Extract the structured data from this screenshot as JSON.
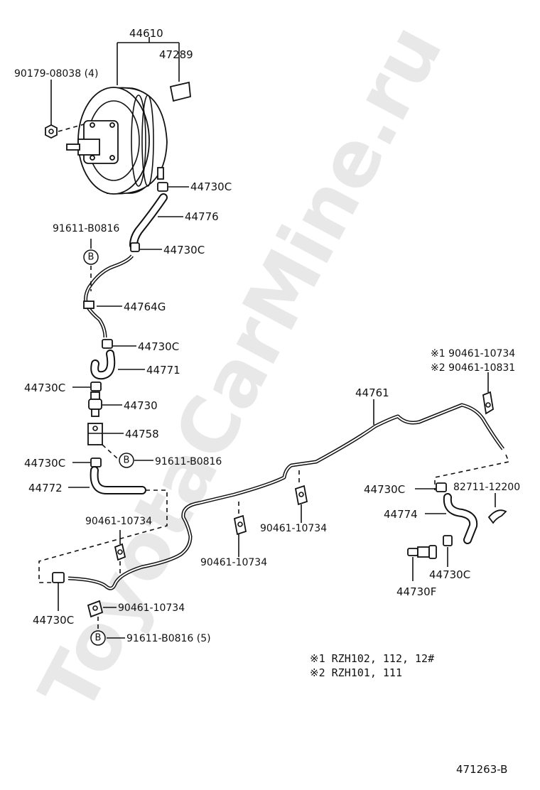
{
  "watermark": "ToyotaCarMine.ru",
  "labels": {
    "l44610": "44610",
    "l47289": "47289",
    "l90179": "90179-08038 (4)",
    "l44730c_1": "44730C",
    "l44776": "44776",
    "l91611_a": "91611-B0816",
    "l44730c_2": "44730C",
    "l44764g": "44764G",
    "l44730c_3": "44730C",
    "l44771": "44771",
    "l44730c_4": "44730C",
    "l44730": "44730",
    "l44758": "44758",
    "l44730c_5": "44730C",
    "l91611_b": "91611-B0816",
    "l44772": "44772",
    "l90461_a": "90461-10734",
    "l44730c_6": "44730C",
    "l90461_b": "90461-10734",
    "l91611_c": "91611-B0816 (5)",
    "l90461_c": "90461-10734",
    "l90461_d": "90461-10734",
    "l44761": "44761",
    "l90461_1": "※1 90461-10734",
    "l90461_2": "※2 90461-10831",
    "l44730c_7": "44730C",
    "l82711": "82711-12200",
    "l44774": "44774",
    "l44730c_8": "44730C",
    "l44730f": "44730F"
  },
  "circle_marker": "B",
  "notes": {
    "n1": "※1 RZH102, 112, 12#",
    "n2": "※2 RZH101, 111"
  },
  "diagram_id": "471263-B"
}
